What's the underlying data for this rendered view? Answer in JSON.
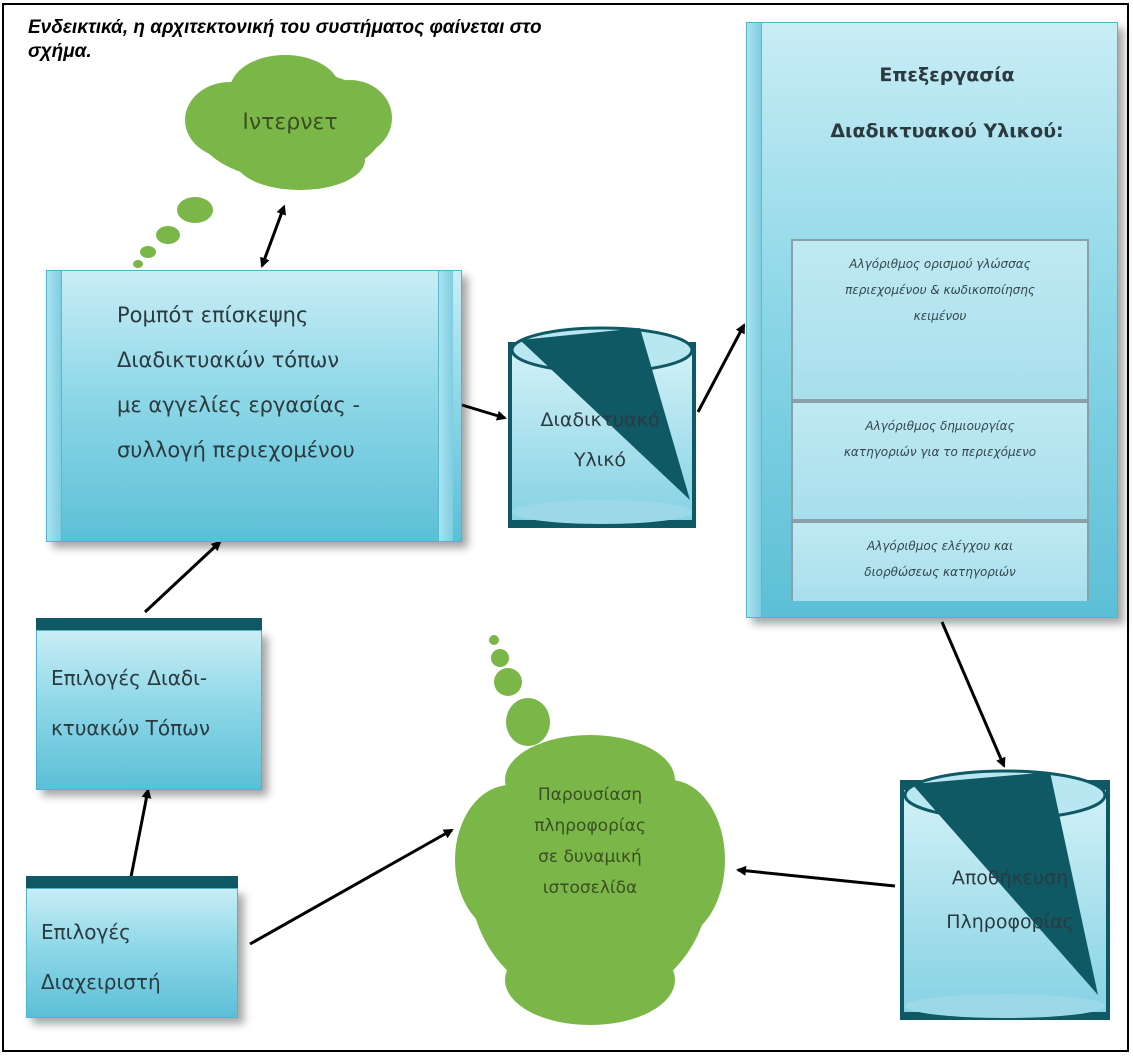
{
  "caption": "Ενδεικτικά, η αρχιτεκτονική του συστήματος φαίνεται στο σχήμα.",
  "internet": "Ιντερνετ",
  "robot": "Ρομπότ επίσκεψης\nΔιαδικτυακών τόπων\nμε αγγελίες εργασίας -\nσυλλογή περιεχομένου",
  "web_material": "Διαδικτυακό\nΥλικό",
  "processing": {
    "title": "Επεξεργασία\nΔιαδικτυακού Υλικού:",
    "steps": [
      "Αλγόριθμος ορισμού γλώσσας\nπεριεχομένου & κωδικοποίησης\nκειμένου",
      "Αλγόριθμος δημιουργίας\nκατηγοριών για το περιεχόμενο",
      "Αλγόριθμος ελέγχου και\nδιορθώσεως κατηγοριών"
    ]
  },
  "site_options": "Επιλογές Διαδι-\nκτυακών Τόπων",
  "admin_options": "Επιλογές\nΔιαχειριστή",
  "presentation": "Παρουσίαση\nπληροφορίας\nσε δυναμική\nιστοσελίδα",
  "storage": "Αποθήκευση\nΠληροφορίας",
  "colors": {
    "box": "#8fd8e8",
    "dark": "#0f5965",
    "cloud": "#7ab648"
  }
}
